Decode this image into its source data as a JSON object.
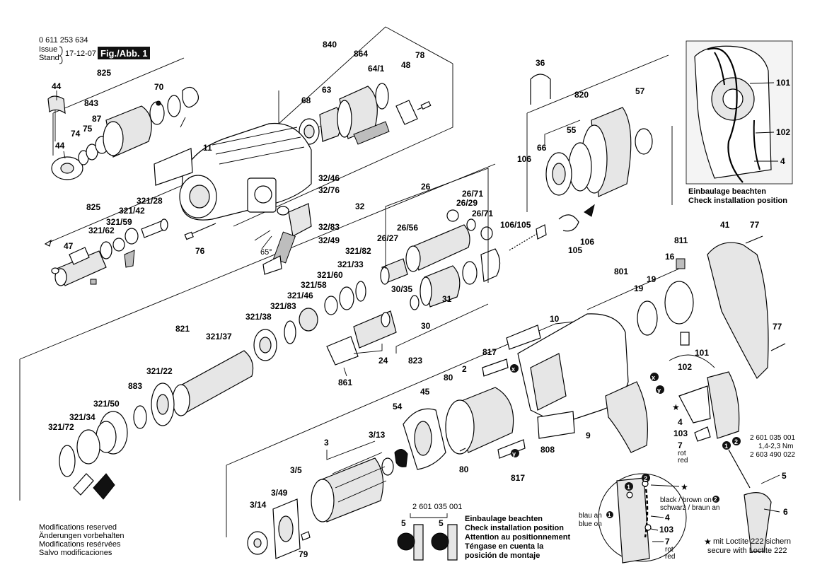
{
  "header": {
    "part_number": "0 611 253 634",
    "issue_label": "Issue",
    "stand_label": "Stand",
    "date": "17-12-07",
    "figure_label": "Fig./Abb. 1"
  },
  "callouts": {
    "c840": "840",
    "c864": "864",
    "c48": "48",
    "c78": "78",
    "c64_1": "64/1",
    "c825a": "825",
    "c70": "70",
    "c68": "68",
    "c63": "63",
    "c44a": "44",
    "c843": "843",
    "c87": "87",
    "c75": "75",
    "c74": "74",
    "c44b": "44",
    "c11": "11",
    "c32_46": "32/46",
    "c32_76": "32/76",
    "c32": "32",
    "c32_83": "32/83",
    "c32_49": "32/49",
    "c76": "76",
    "angle65": "65°",
    "c825b": "825",
    "c321_28": "321/28",
    "c321_42": "321/42",
    "c321_59": "321/59",
    "c321_62": "321/62",
    "c47": "47",
    "c36": "36",
    "c820": "820",
    "c57": "57",
    "c55": "55",
    "c66": "66",
    "c106a": "106",
    "c106_105": "106/105",
    "c105": "105",
    "c106b": "106",
    "c26": "26",
    "c26_71a": "26/71",
    "c26_29": "26/29",
    "c26_71b": "26/71",
    "c26_56": "26/56",
    "c26_27": "26/27",
    "c321_82": "321/82",
    "c321_33": "321/33",
    "c321_60": "321/60",
    "c321_58": "321/58",
    "c321_46": "321/46",
    "c321_83": "321/83",
    "c321_38": "321/38",
    "c30_35": "30/35",
    "c31": "31",
    "c30": "30",
    "c821": "821",
    "c321_37": "321/37",
    "c321_22": "321/22",
    "c883": "883",
    "c321_50": "321/50",
    "c321_34": "321/34",
    "c321_72": "321/72",
    "c24": "24",
    "c823": "823",
    "c861": "861",
    "c10": "10",
    "c811": "811",
    "c16": "16",
    "c801": "801",
    "c19a": "19",
    "c19b": "19",
    "c41": "41",
    "c77a": "77",
    "c77b": "77",
    "c817a": "817",
    "c2": "2",
    "c80a": "80",
    "c45": "45",
    "c54": "54",
    "c3": "3",
    "c3_13": "3/13",
    "c3_5": "3/5",
    "c3_49": "3/49",
    "c3_14": "3/14",
    "c79": "79",
    "c80b": "80",
    "c817b": "817",
    "c808": "808",
    "c9": "9",
    "c101a": "101",
    "c102a": "102",
    "c4a": "4",
    "c103a": "103",
    "c7a": "7",
    "c101b": "101",
    "c102b": "102",
    "c4b": "4",
    "c103b": "103",
    "c7b": "7",
    "c5a": "5",
    "c6": "6",
    "c5b": "5",
    "c5c": "5"
  },
  "markers": {
    "x": "x",
    "y": "y",
    "one": "1",
    "two": "2",
    "star": "★"
  },
  "notes": {
    "rot_a": "rot",
    "red_a": "red",
    "rot_b": "rot",
    "red_b": "red",
    "pn_bottom": "2 601 035 001",
    "pn_right_1": "2 601 035 001",
    "torque": "1,4-2,3 Nm",
    "pn_right_2": "2 603 490 022",
    "black_brown": "black / brown on",
    "schwarz_braun": "schwarz / braun an",
    "blau_an": "blau an",
    "blue_on": "blue on",
    "loctite_de": "mit Loctite 222 sichern",
    "loctite_en": "secure with Loctite 222",
    "install_de": "Einbaulage beachten",
    "install_en": "Check installation position",
    "inst_1": "Einbaulage beachten",
    "inst_2": "Check installation position",
    "inst_3": "Attention au positionnement",
    "inst_4": "Téngase en cuenta la",
    "inst_5": "posición de montaje",
    "mods_1": "Modifications reserved",
    "mods_2": "Änderungen vorbehalten",
    "mods_3": "Modifications resérvées",
    "mods_4": "Salvo modificaciones"
  },
  "colors": {
    "ink": "#000000",
    "part_fill": "#e6e6e6",
    "dark_fill": "#111111"
  }
}
